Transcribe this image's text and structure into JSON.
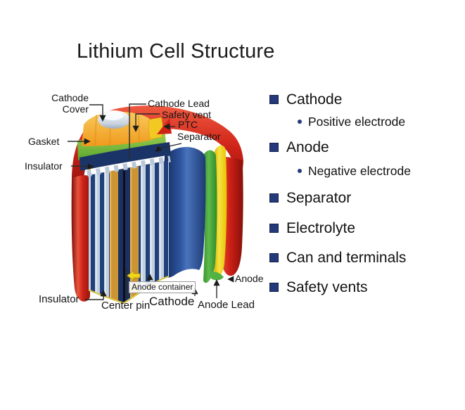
{
  "title": "Lithium Cell Structure",
  "diagram_labels": {
    "cathode_cover": "Cathode Cover",
    "gasket": "Gasket",
    "insulator_top": "Insulator",
    "cathode_lead": "Cathode Lead",
    "safety_vent": "Safety vent",
    "ptc": "PTC",
    "separator": "Separator",
    "insulator_bottom": "Insulator",
    "center_pin": "Center pin",
    "anode_container": "Anode container",
    "cathode_bottom": "Cathode",
    "anode_lead": "Anode Lead",
    "anode": "Anode"
  },
  "legend": {
    "items": [
      {
        "label": "Cathode",
        "sub": [
          "Positive electrode"
        ]
      },
      {
        "label": "Anode",
        "sub": [
          "Negative electrode"
        ]
      },
      {
        "label": "Separator",
        "sub": []
      },
      {
        "label": "Electrolyte",
        "sub": []
      },
      {
        "label": "Can and terminals",
        "sub": []
      },
      {
        "label": "Safety vents",
        "sub": []
      }
    ]
  },
  "colors": {
    "can_red": "#cf2318",
    "can_red_dark": "#8c120c",
    "ring_yellow": "#f2d500",
    "ring_green": "#3fa33c",
    "ring_navy": "#1d3d7c",
    "gasket_green": "#84c043",
    "crown_orange": "#f09c20",
    "cap_silver": "#d9dee6",
    "stripe_silver": "#c3d0e2",
    "stripe_tan": "#cd9434",
    "bullet_navy": "#24397a"
  }
}
